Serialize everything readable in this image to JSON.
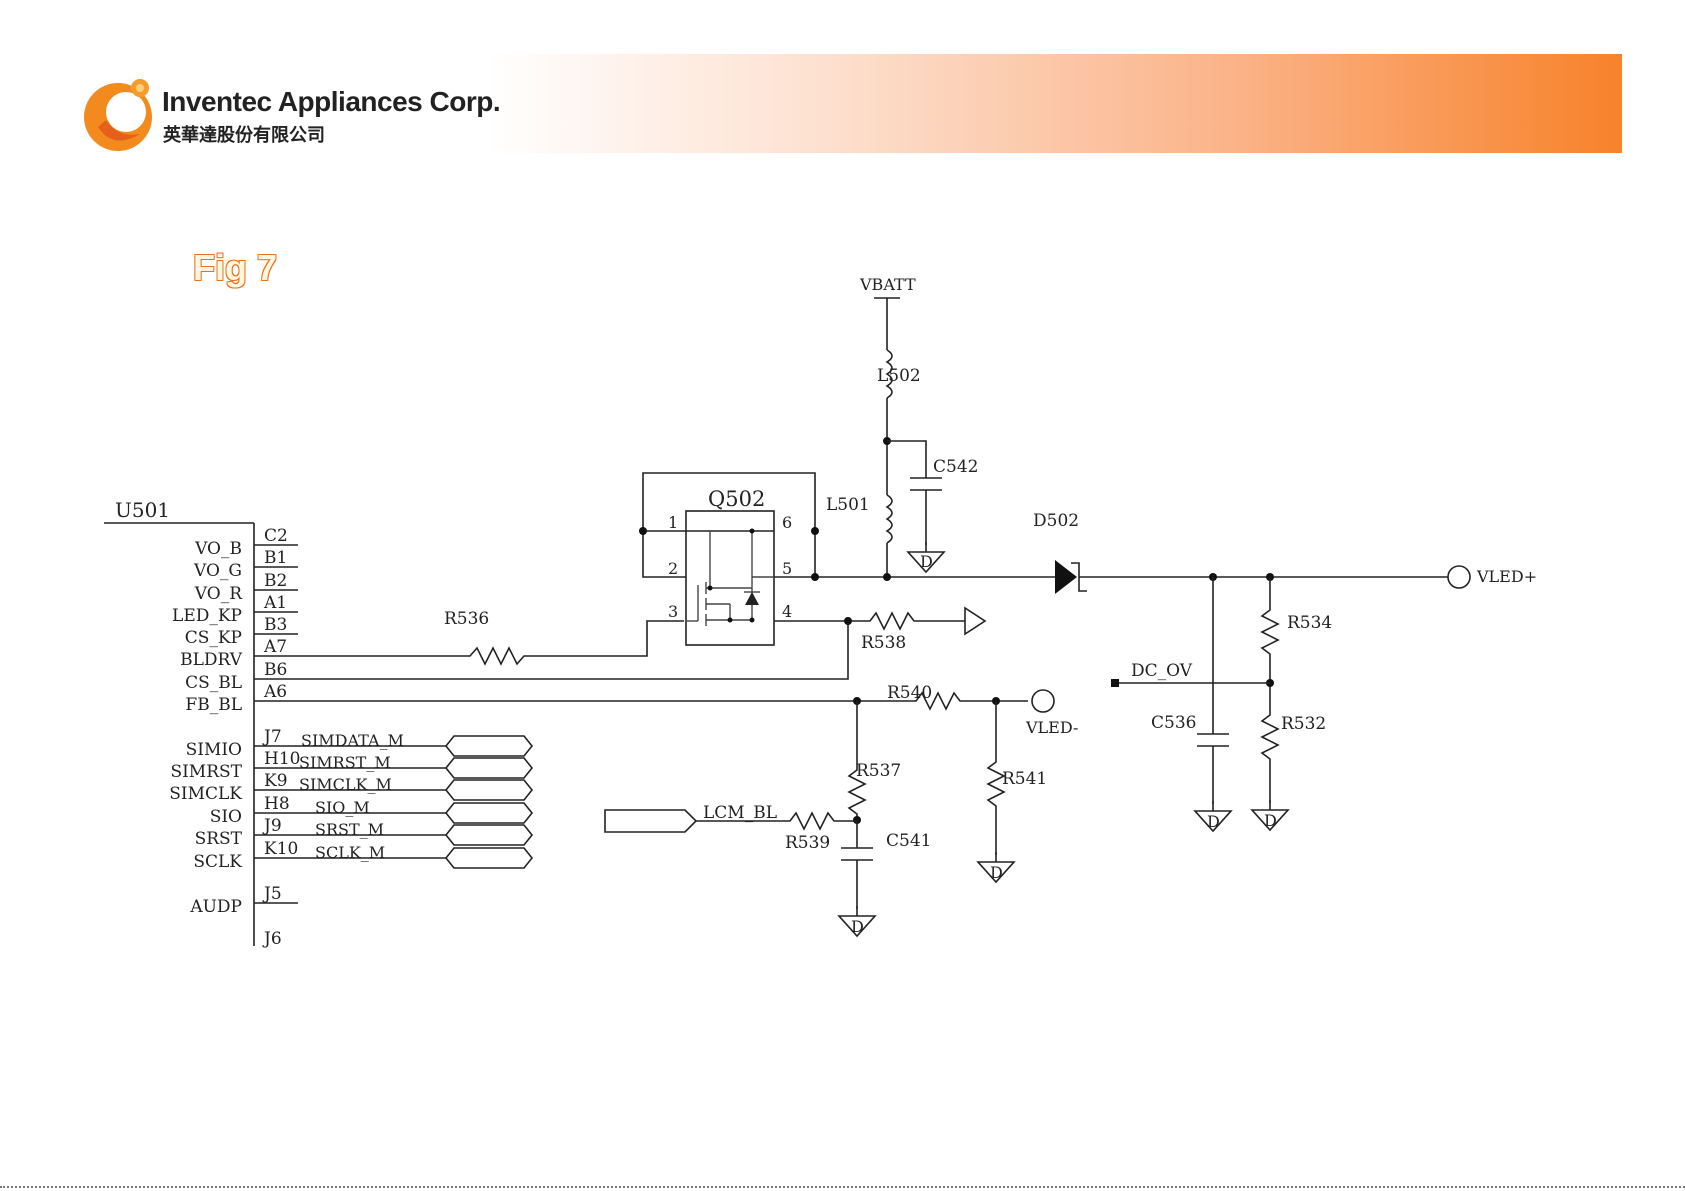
{
  "header": {
    "company_name": "Inventec Appliances Corp.",
    "company_name_zh": "英華達股份有限公司",
    "brand_colors": {
      "orange": "#f7822a",
      "band_start": "#ffffff"
    },
    "logo_icon": "orange-sun-logo-icon"
  },
  "figure": {
    "label": "Fig 7"
  },
  "schematic": {
    "ic": {
      "ref": "U501",
      "pins": [
        {
          "signal": "VO_B",
          "pin": "C2"
        },
        {
          "signal": "VO_G",
          "pin": "B1"
        },
        {
          "signal": "VO_R",
          "pin": "B2"
        },
        {
          "signal": "LED_KP",
          "pin": "A1"
        },
        {
          "signal": "CS_KP",
          "pin": "B3"
        },
        {
          "signal": "BLDRV",
          "pin": "A7"
        },
        {
          "signal": "CS_BL",
          "pin": "B6"
        },
        {
          "signal": "FB_BL",
          "pin": "A6"
        },
        {
          "signal": "SIMIO",
          "pin": "J7",
          "net": "SIMDATA_M"
        },
        {
          "signal": "SIMRST",
          "pin": "H10",
          "net": "SIMRST_M"
        },
        {
          "signal": "SIMCLK",
          "pin": "K9",
          "net": "SIMCLK_M"
        },
        {
          "signal": "SIO",
          "pin": "H8",
          "net": "SIO_M"
        },
        {
          "signal": "SRST",
          "pin": "J9",
          "net": "SRST_M"
        },
        {
          "signal": "SCLK",
          "pin": "K10",
          "net": "SCLK_M"
        },
        {
          "signal": "AUDP",
          "pin": "J5"
        },
        {
          "signal": "",
          "pin": "J6"
        }
      ]
    },
    "mosfet": {
      "ref": "Q502",
      "pins": [
        "1",
        "2",
        "3",
        "4",
        "5",
        "6"
      ]
    },
    "components": {
      "vbatt": "VBATT",
      "l502": "L502",
      "l501": "L501",
      "c542": "C542",
      "d502": "D502",
      "r536": "R536",
      "r538": "R538",
      "r540": "R540",
      "r537": "R537",
      "r539": "R539",
      "c541": "C541",
      "r541": "R541",
      "r534": "R534",
      "r532": "R532",
      "c536": "C536",
      "gnd_symbol": "D"
    },
    "nets": {
      "vled_plus": "VLED+",
      "vled_minus": "VLED-",
      "dc_ov": "DC_OV",
      "lcm_bl": "LCM_BL"
    }
  }
}
